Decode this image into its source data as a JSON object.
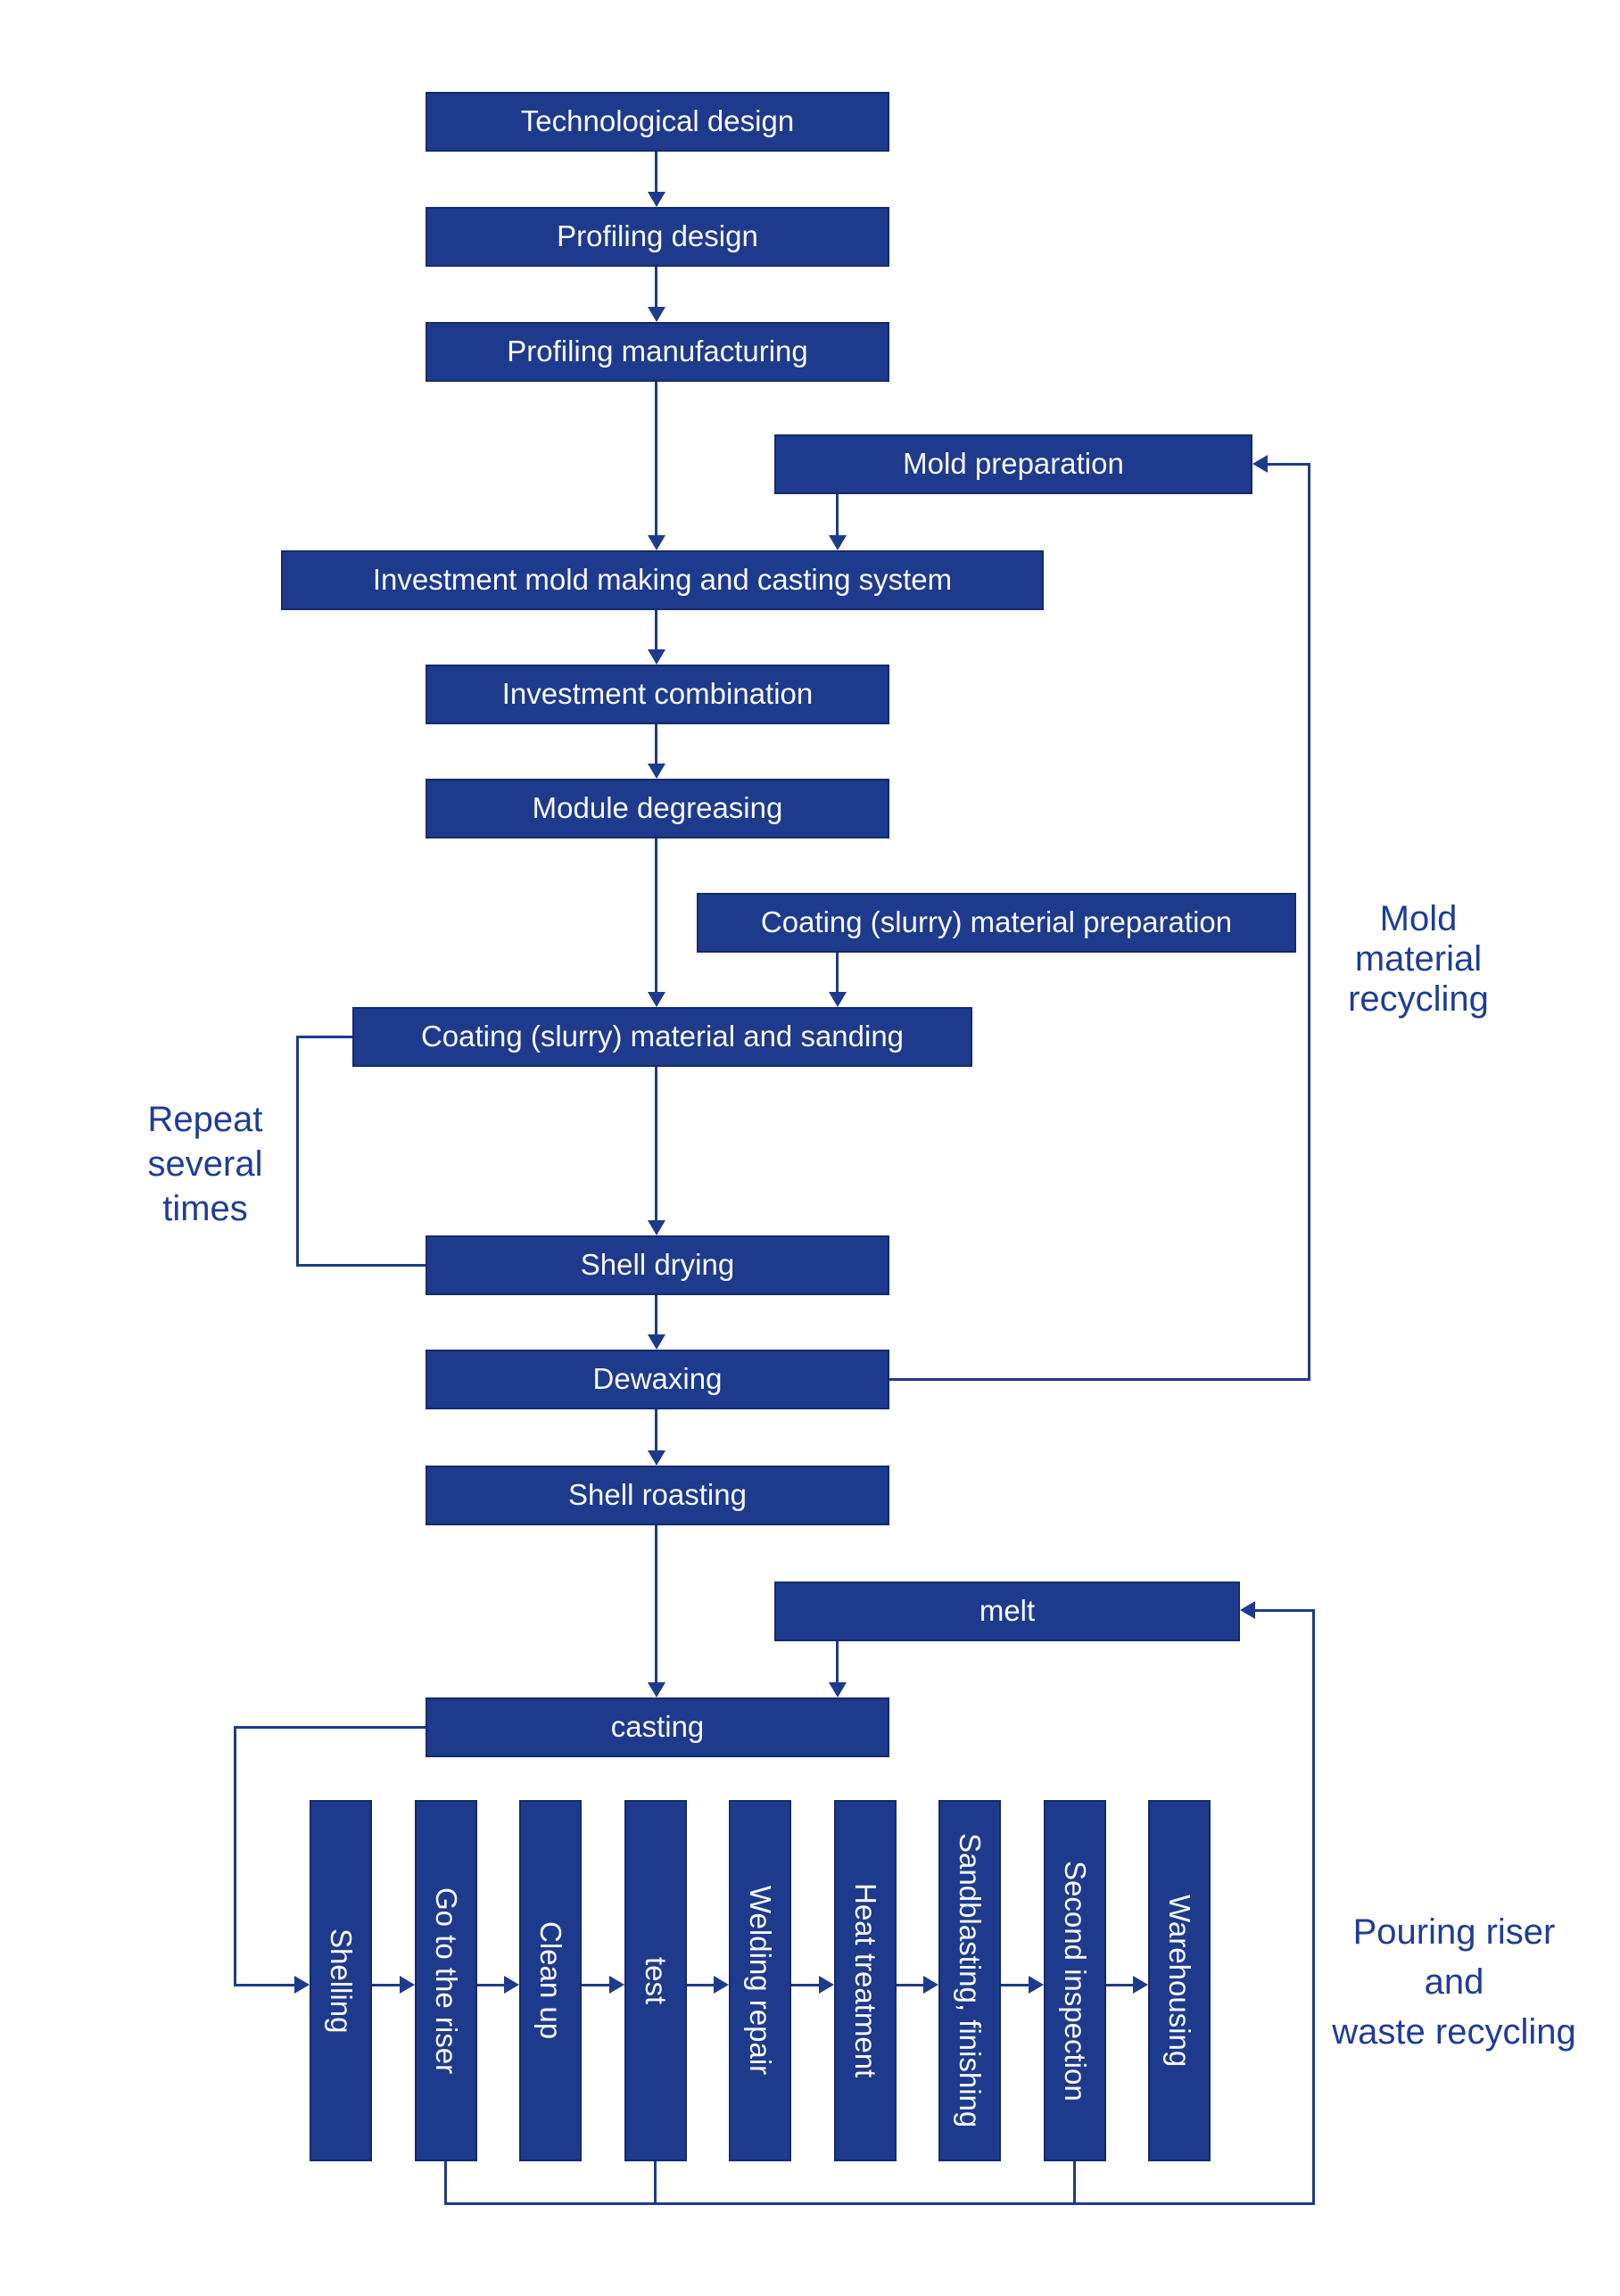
{
  "colors": {
    "background": "#ffffff",
    "box_fill": "#1e3a8c",
    "box_border": "#142a6b",
    "box_text": "#f7f9fc",
    "line": "#1e3a8c",
    "note_text": "#1f3d96"
  },
  "nodes": {
    "tech_design": {
      "label": "Technological design"
    },
    "profiling_design": {
      "label": "Profiling design"
    },
    "profiling_manufacturing": {
      "label": "Profiling manufacturing"
    },
    "mold_preparation": {
      "label": "Mold preparation"
    },
    "investment_mold": {
      "label": "Investment mold making and casting system"
    },
    "investment_combination": {
      "label": "Investment combination"
    },
    "module_degreasing": {
      "label": "Module degreasing"
    },
    "coating_prep": {
      "label": "Coating (slurry) material preparation"
    },
    "coating_sanding": {
      "label": "Coating (slurry) material and sanding"
    },
    "shell_drying": {
      "label": "Shell drying"
    },
    "dewaxing": {
      "label": "Dewaxing"
    },
    "shell_roasting": {
      "label": "Shell roasting"
    },
    "melt": {
      "label": "melt"
    },
    "casting": {
      "label": "casting"
    },
    "shelling": {
      "label": "Shelling"
    },
    "go_to_riser": {
      "label": "Go to the riser"
    },
    "clean_up": {
      "label": "Clean up"
    },
    "test": {
      "label": "test"
    },
    "welding_repair": {
      "label": "Welding repair"
    },
    "heat_treatment": {
      "label": "Heat treatment"
    },
    "sandblasting": {
      "label": "Sandblasting, finishing"
    },
    "second_inspection": {
      "label": "Second inspection"
    },
    "warehousing": {
      "label": "Warehousing"
    }
  },
  "notes": {
    "repeat": {
      "text": "Repeat\nseveral\ntimes"
    },
    "mold_recycling": {
      "text": "Mold\nmaterial\nrecycling"
    },
    "riser_recycling": {
      "text": "Pouring riser\nand\nwaste recycling"
    }
  }
}
